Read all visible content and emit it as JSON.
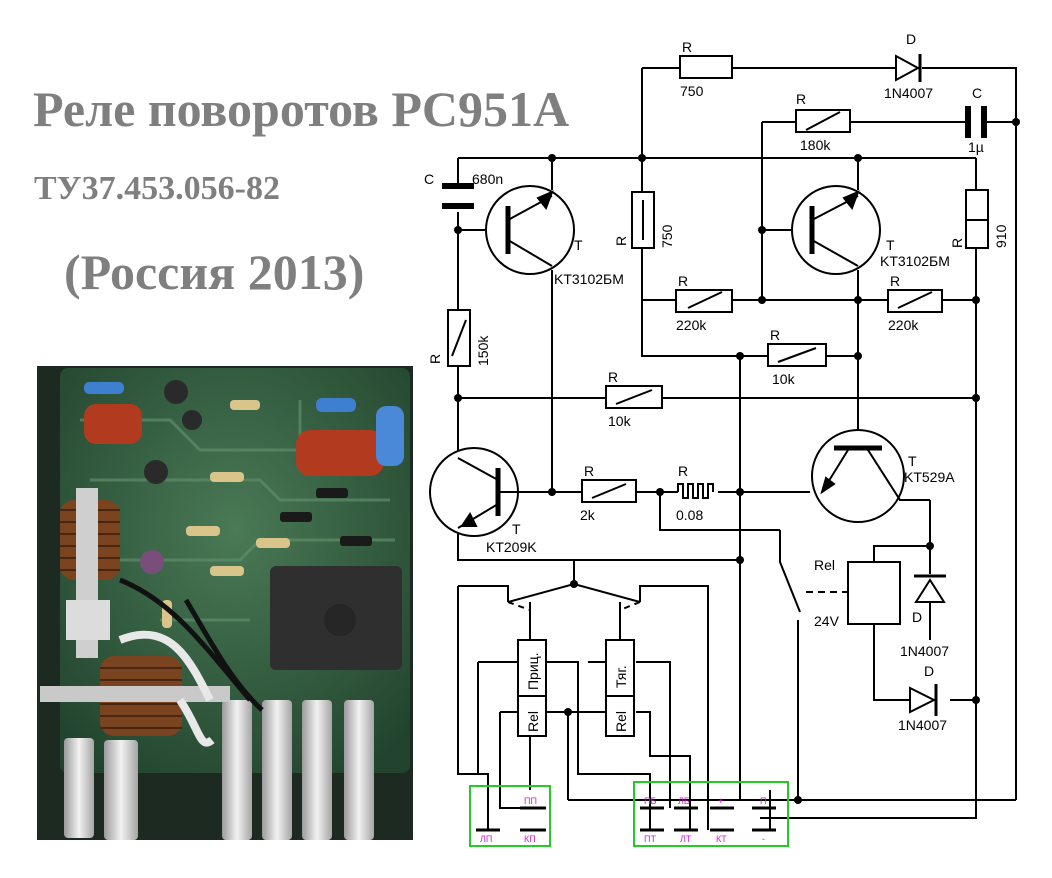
{
  "title": {
    "line1": "Реле поворотов PC951A",
    "line2": "ТУ37.453.056-82",
    "line3": "(Россия 2013)"
  },
  "components": {
    "r_top": {
      "letter": "R",
      "value": "750"
    },
    "d_top": {
      "letter": "D",
      "value": "1N4007"
    },
    "r_180k": {
      "letter": "R",
      "value": "180k"
    },
    "c_1u": {
      "letter": "C",
      "value": "1µ"
    },
    "c_680n": {
      "letter": "C",
      "value": "680n"
    },
    "t_left": {
      "letter": "T",
      "value": "KT3102БМ"
    },
    "r_750v": {
      "letter": "R",
      "value": "750"
    },
    "t_right": {
      "letter": "T",
      "value": "KT3102БМ"
    },
    "r_910": {
      "letter": "R",
      "value": "910"
    },
    "r_220k_a": {
      "letter": "R",
      "value": "220k"
    },
    "r_220k_b": {
      "letter": "R",
      "value": "220k"
    },
    "r_150k": {
      "letter": "R",
      "value": "150k"
    },
    "r_10k_a": {
      "letter": "R",
      "value": "10k"
    },
    "r_10k_b": {
      "letter": "R",
      "value": "10k"
    },
    "t_power": {
      "letter": "T",
      "value": "KT529A"
    },
    "t_kt209": {
      "letter": "T",
      "value": "KT209K"
    },
    "r_2k": {
      "letter": "R",
      "value": "2k"
    },
    "r_shunt": {
      "letter": "R",
      "value": "0.08"
    },
    "rel_coil": {
      "letter": "Rel",
      "value": "24V"
    },
    "d_mid": {
      "letter": "D",
      "value": "1N4007"
    },
    "d_bot": {
      "letter": "D",
      "value": "1N4007"
    },
    "rel_pric": {
      "letter": "Rel",
      "value": "Приц."
    },
    "rel_tyag": {
      "letter": "Rel",
      "value": "Тяг."
    }
  },
  "connectors": {
    "left": {
      "top": [
        "ПП"
      ],
      "bottom": [
        "ЛП",
        "КП"
      ]
    },
    "right": {
      "top": [
        "ПБ",
        "ЛБ",
        "+",
        "П"
      ],
      "bottom": [
        "ПТ",
        "ЛТ",
        "КТ",
        "-"
      ]
    }
  },
  "colors": {
    "title_gray": "#7f7f7f",
    "wire": "#000000",
    "connector_outline": "#22cc22",
    "connector_label": "#cc22cc",
    "pcb_green": "#2f5e3e",
    "capacitor_red": "#b23a1e"
  }
}
